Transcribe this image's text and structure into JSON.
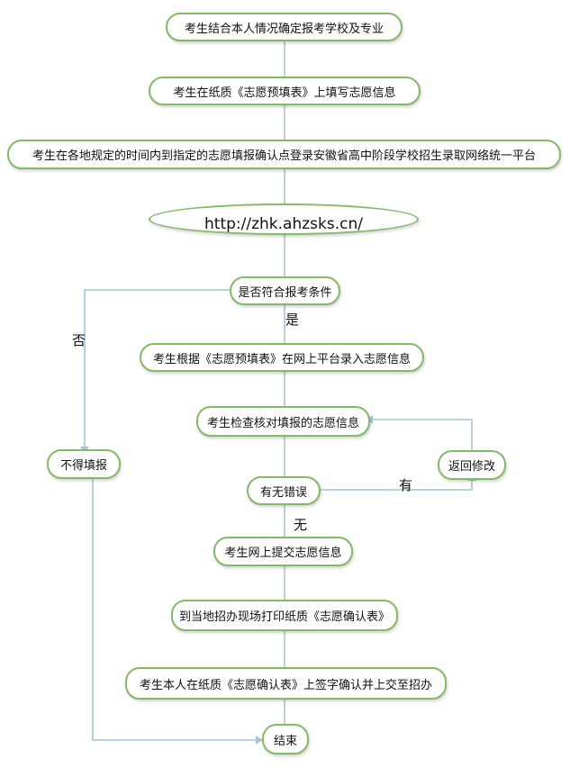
{
  "nodes": {
    "select_school": "考生结合本人情况确定报考学校及专业",
    "fill_paper_form": "考生在纸质《志愿预填表》上填写志愿信息",
    "login_platform": "考生在各地规定的时间内到指定的志愿填报确认点登录安徽省高中阶段学校招生录取网络统一平台",
    "platform_url": "http://zhk.ahzsks.cn/",
    "eligibility_check": "是否符合报考条件",
    "enter_online": "考生根据《志愿预填表》在网上平台录入志愿信息",
    "review_entries": "考生检查核对填报的志愿信息",
    "error_check": "有无错误",
    "go_back_edit": "返回修改",
    "not_eligible": "不得填报",
    "submit_online": "考生网上提交志愿信息",
    "print_confirmation": "到当地招办现场打印纸质《志愿确认表》",
    "sign_and_submit": "考生本人在纸质《志愿确认表》上签字确认并上交至招办",
    "end": "结束"
  },
  "edge_labels": {
    "yes": "是",
    "no": "否",
    "has_error": "有",
    "no_error": "无"
  },
  "colors": {
    "node_border": "#86b86a",
    "connector": "#a9c4d4"
  }
}
